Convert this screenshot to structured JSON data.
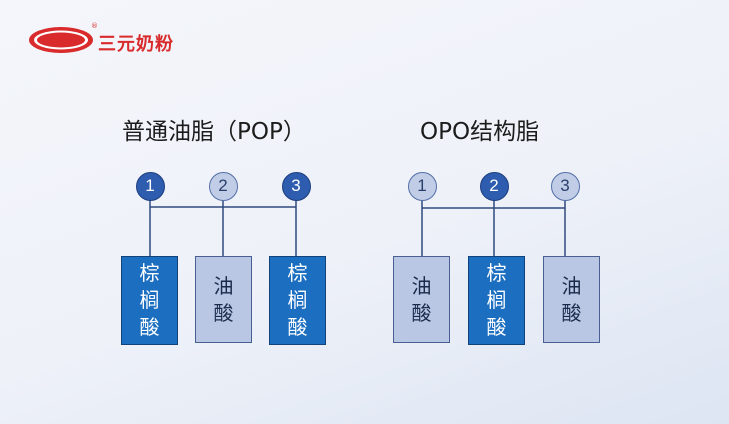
{
  "brand": {
    "name": "三元奶粉",
    "logo_text": "三元",
    "registered_mark": "®",
    "color": "#d92b2b"
  },
  "colors": {
    "dark_fill": "#1c6fc0",
    "light_fill": "#b9c7e5",
    "circle_dark": "#2e5cae",
    "circle_light": "#c1cde6",
    "line": "#2f4a7f"
  },
  "pop": {
    "title": "普通油脂（POP）",
    "positions": [
      {
        "number": "1",
        "acid": [
          "棕",
          "榈",
          "酸"
        ],
        "style": "dark"
      },
      {
        "number": "2",
        "acid": [
          "油",
          "酸"
        ],
        "style": "light"
      },
      {
        "number": "3",
        "acid": [
          "棕",
          "榈",
          "酸"
        ],
        "style": "dark"
      }
    ]
  },
  "opo": {
    "title": "OPO结构脂",
    "positions": [
      {
        "number": "1",
        "acid": [
          "油",
          "酸"
        ],
        "style": "light"
      },
      {
        "number": "2",
        "acid": [
          "棕",
          "榈",
          "酸"
        ],
        "style": "dark"
      },
      {
        "number": "3",
        "acid": [
          "油",
          "酸"
        ],
        "style": "light"
      }
    ]
  }
}
